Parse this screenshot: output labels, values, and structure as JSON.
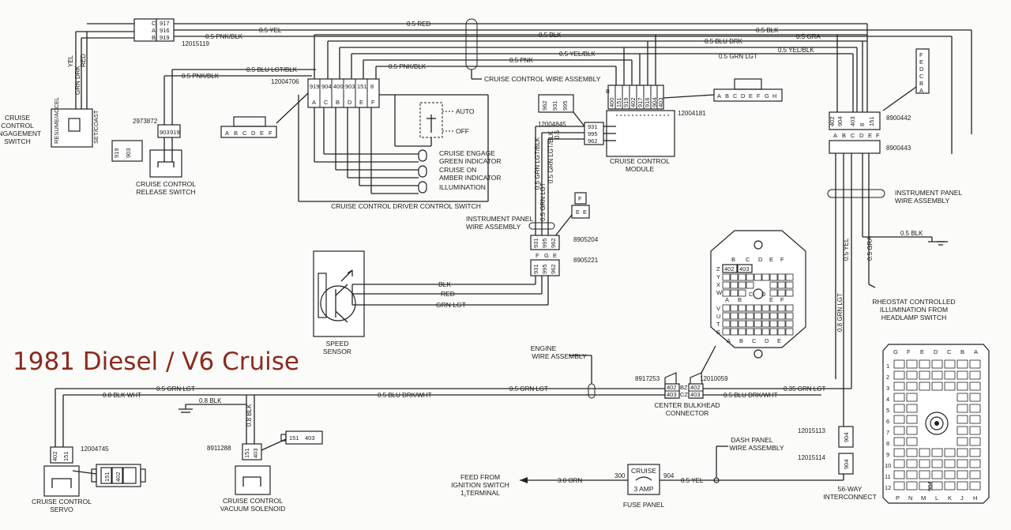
{
  "title": "1981 Diesel / V6 Cruise",
  "components": {
    "engagement_switch": [
      "CRUISE",
      "CONTROL",
      "ENGAGEMENT",
      "SWITCH"
    ],
    "release_switch": [
      "CRUISE CONTROL",
      "RELEASE SWITCH"
    ],
    "driver_switch": "CRUISE CONTROL DRIVER CONTROL SWITCH",
    "wire_assembly": "CRUISE CONTROL WIRE ASSEMBLY",
    "module": [
      "CRUISE CONTROL",
      "MODULE"
    ],
    "ip_wire_assembly_left": [
      "INSTRUMENT PANEL",
      "WIRE ASSEMBLY"
    ],
    "ip_wire_assembly_right": [
      "INSTRUMENT PANEL",
      "WIRE ASSEMBLY"
    ],
    "speed_sensor": [
      "SPEED",
      "SENSOR"
    ],
    "rheostat": [
      "RHEOSTAT CONTROLLED",
      "ILLUMINATION FROM",
      "HEADLAMP SWITCH"
    ],
    "engine_wire": [
      "ENGINE",
      "WIRE ASSEMBLY"
    ],
    "bulkhead": [
      "CENTER BULKHEAD",
      "CONNECTOR"
    ],
    "servo": [
      "CRUISE CONTROL",
      "SERVO"
    ],
    "vacuum_solenoid": [
      "CRUISE CONTROL",
      "VACUUM SOLENOID"
    ],
    "feed": [
      "FEED FROM",
      "IGNITION SWITCH",
      "1⁁TERMINAL"
    ],
    "fuse_panel": "FUSE PANEL",
    "dash_wire": [
      "DASH PANEL",
      "WIRE ASSEMBLY"
    ],
    "interconnect": [
      "56-WAY",
      "INTERCONNECT"
    ]
  },
  "indicators": {
    "engage": [
      "CRUISE ENGAGE",
      "GREEN INDICATOR"
    ],
    "on": [
      "CRUISE ON",
      "AMBER INDICATOR"
    ],
    "illum": "ILLUMINATION",
    "auto": "AUTO",
    "off": "OFF"
  },
  "switch_labels": {
    "resume": "RESUME/ACCEL",
    "set": "SET/COAST"
  },
  "fuse": {
    "name": "CRUISE",
    "rating": "3 AMP",
    "in": "300",
    "out": "904"
  },
  "part_numbers": {
    "engage_conn": "12015119",
    "release": "2973872",
    "driver": "12004706",
    "module": "12004181",
    "ip_conn": "12004845",
    "c8905204": "8905204",
    "c8905221": "8905221",
    "c8900442": "8900442",
    "c8900443": "8900443",
    "bulk_l": "8917253",
    "bulk_r": "12010059",
    "servo": "12004745",
    "solenoid": "8911288",
    "c12015113": "12015113",
    "c12015114": "12015114"
  },
  "wires": {
    "red": "0.5 RED",
    "yel": "0.5 YEL",
    "pnk_blk_top": "0.5 PNK/BLK",
    "blu_lgt_blk": "0.5 BLU LGT/BLK",
    "pnk_blk_mid": "0.5 PNK/BLK",
    "pnk_blk_rel": "0.5 PNK/BLK",
    "blk": "0.5 BLK",
    "pnk": "0.5 PNK",
    "yel_blk": "0.5 YEL/BLK",
    "grn_lgt": "0.5 GRN LGT",
    "blk_r": "0.5 BLK",
    "gra": "0.5 GRA",
    "blu_drk": "0.5 BLU DRK",
    "yel_blk_r": "0.5 YEL/BLK",
    "grn_lgt_r": "0.5 GRN LGT",
    "v_yel": "YEL",
    "v_red": "RED",
    "v_grn_drk": "GRN DRK",
    "v_grn_lgt_blk": "0.5 GRN LGT/BLK",
    "v_grn_lgt": "0.5 GRN LGT",
    "v_05": "0.5",
    "v_grn_lgt_blk2": "0.5 GRN LGT/BLK",
    "blk_ip": "0.5 BLK",
    "v_yel_r": "0.5 YEL",
    "v_gra_r": "0.5 GRA",
    "v_grn_lgt_r": "0.8 GRN LGT",
    "sensor_blk": "BLK",
    "sensor_red": "RED",
    "sensor_grn": "GRN LGT",
    "b_grn_lgt": "0.5 GRN LGT",
    "b_blk_wht": "0.8 BLK WHT",
    "b_blu_drk": "0.5 BLU DRK/WHT",
    "b_grn_lgt2": "0.5 GRN LGT",
    "b_blu_drk_r": "0.5 BLU DRK/WHT",
    "b_grn_lgt_r": "0.35 GRN LGT",
    "b_blk": "0.8 BLK",
    "b_blk_v": "0.8 BLK",
    "orn": "3.0 ORN",
    "yel_b": "0.5 YEL",
    "blk_gnd_r": "0.5 BLK"
  },
  "pins": {
    "engage_cav": [
      "C",
      "A",
      "B"
    ],
    "engage_num": [
      "917",
      "916",
      "919"
    ],
    "release": [
      "903",
      "919"
    ],
    "release_plug": [
      "919",
      "903"
    ],
    "driver_letters": [
      "A",
      "C",
      "B",
      "D",
      "E",
      "F"
    ],
    "driver_nums": [
      "919",
      "904",
      "400",
      "903",
      "151",
      "8"
    ],
    "driver_plug": [
      "A",
      "B",
      "C",
      "D",
      "E",
      "F"
    ],
    "module_letters": [
      "B",
      "G",
      "H",
      "F",
      "D",
      "E",
      "A",
      "C"
    ],
    "module_nums": [
      "400",
      "151",
      "919",
      "402",
      "917",
      "916",
      "904",
      "403"
    ],
    "module_plug": [
      "A",
      "B",
      "C",
      "D",
      "E",
      "F",
      "G",
      "H"
    ],
    "ip_plug": [
      "962",
      "931",
      "995"
    ],
    "ip_nums": [
      "931",
      "995",
      "962"
    ],
    "fe_plug": [
      "F",
      "E"
    ],
    "c8905204": [
      "931",
      "995",
      "962"
    ],
    "c8905221_letters": [
      "F",
      "G",
      "E"
    ],
    "c8905221_nums": [
      "931",
      "995",
      "962"
    ],
    "c8900442": [
      "402",
      "904",
      "403",
      "8",
      "151"
    ],
    "c8900443": [
      "A",
      "B",
      "C",
      "D",
      "E",
      "F"
    ],
    "right_plug": [
      "F",
      "E",
      "D",
      "C",
      "B",
      "A"
    ],
    "bulk_l": [
      "402",
      "403"
    ],
    "bulk_l_cav": [
      "BZ",
      "CZ"
    ],
    "bulk_r": [
      "402",
      "403"
    ],
    "servo": [
      "402",
      "151"
    ],
    "servo_plug": [
      "151",
      "402"
    ],
    "solenoid": [
      "151",
      "403"
    ],
    "solenoid_plug": [
      "151",
      "403"
    ],
    "c12015113": "904",
    "c12015114": "904"
  },
  "bulkhead_face": {
    "top_letters": [
      "B",
      "C",
      "D",
      "E",
      "F"
    ],
    "row_z": [
      "Z",
      "402",
      "403"
    ],
    "left_rows": [
      "Y",
      "X",
      "W",
      "V",
      "U",
      "T",
      "S"
    ],
    "mid_letters": [
      "A",
      "B",
      "C",
      "D",
      "E",
      "F"
    ],
    "bottom_letters": [
      "A",
      "B",
      "C",
      "D",
      "E"
    ]
  },
  "interconnect_face": {
    "top_letters": [
      "G",
      "F",
      "E",
      "D",
      "C",
      "B",
      "A"
    ],
    "left_numbers": [
      "1",
      "2",
      "3",
      "4",
      "5",
      "6",
      "7",
      "8",
      "9",
      "10",
      "11",
      "12"
    ],
    "bottom_letters": [
      "P",
      "N",
      "M",
      "L",
      "K",
      "J",
      "H"
    ],
    "marker": "904"
  }
}
